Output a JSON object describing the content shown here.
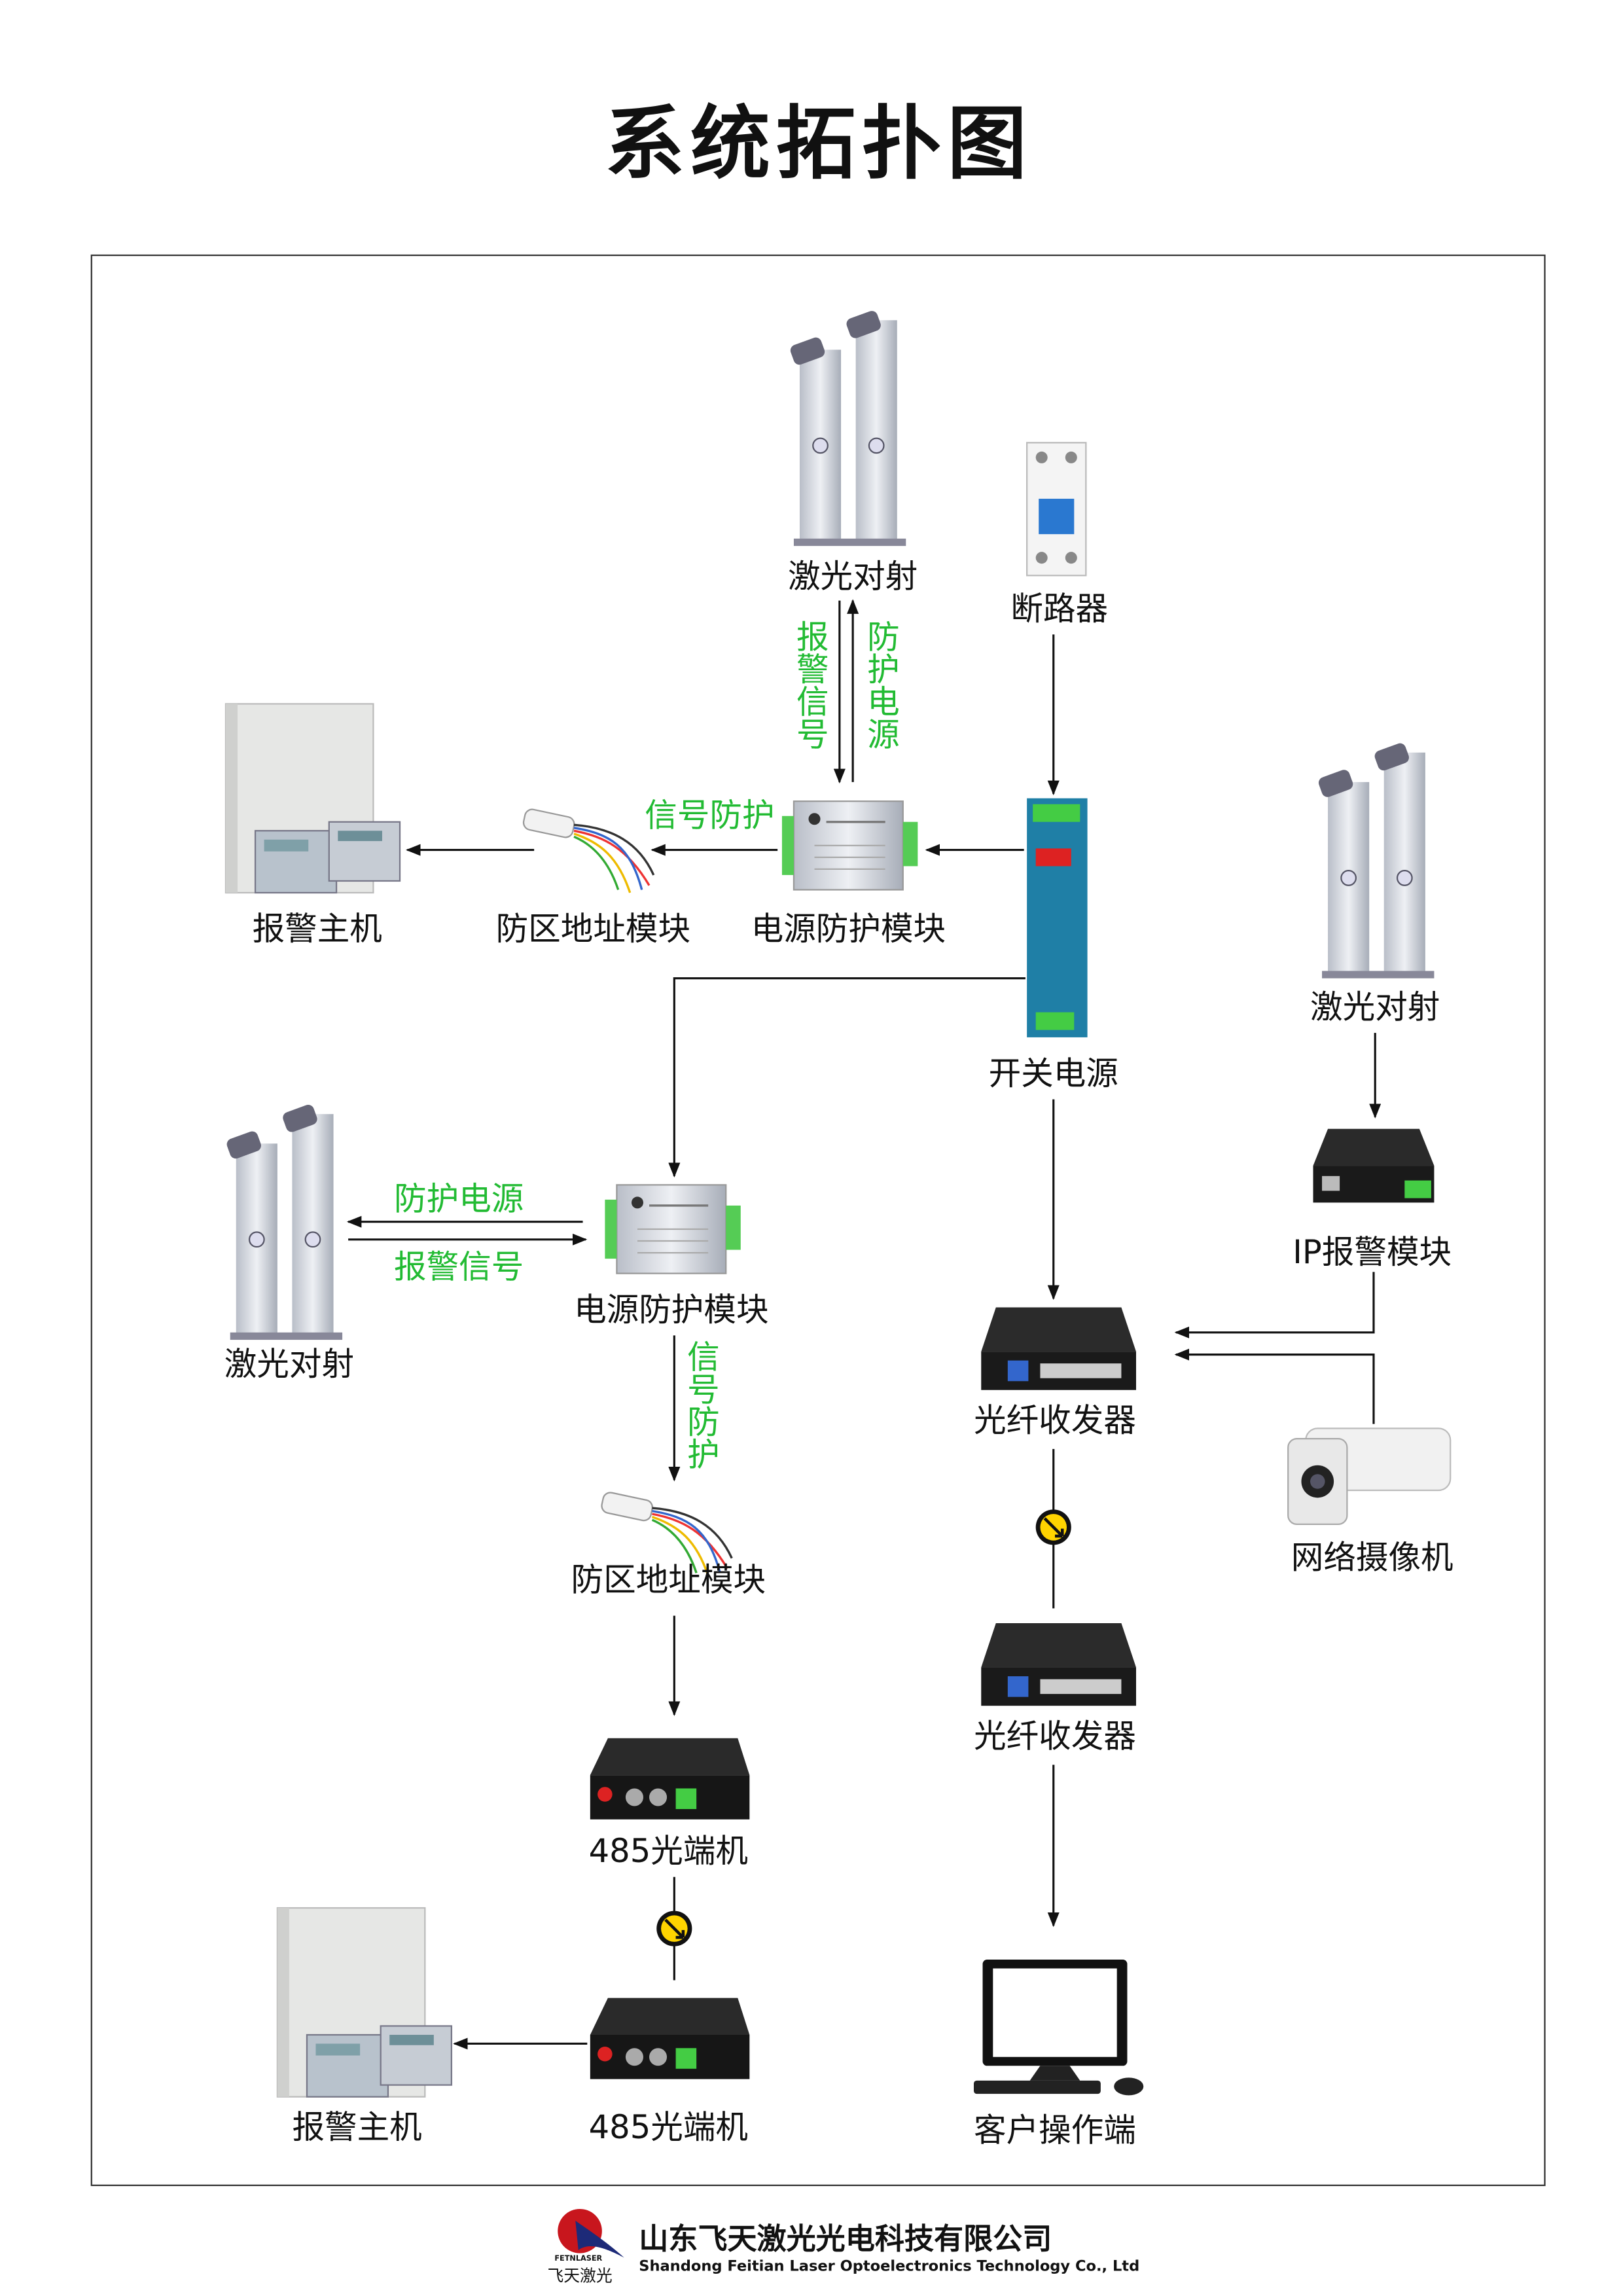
{
  "title": "系统拓扑图",
  "nodes": {
    "laser_top": "激光对射",
    "breaker": "断路器",
    "alarm_host_top": "报警主机",
    "zone_module_top": "防区地址模块",
    "power_protect_top": "电源防护模块",
    "switch_psu": "开关电源",
    "laser_right": "激光对射",
    "ip_alarm_module": "IP报警模块",
    "laser_left": "激光对射",
    "power_protect_mid": "电源防护模块",
    "zone_module_mid": "防区地址模块",
    "opt485_1": "485光端机",
    "opt485_2": "485光端机",
    "alarm_host_bottom": "报警主机",
    "fiber_transceiver_1": "光纤收发器",
    "fiber_transceiver_2": "光纤收发器",
    "client": "客户操作端",
    "camera": "网络摄像机"
  },
  "edge_labels": {
    "alarm_signal_vertical": "报警信号",
    "protect_power_vertical": "防护电源",
    "signal_protect_top": "信号防护",
    "protect_power_left": "防护电源",
    "alarm_signal_left": "报警信号",
    "signal_protect_vertical": "信号防护"
  },
  "colors": {
    "edge_label": "#22bb33",
    "lines": "#111111",
    "logo_red": "#c8161d",
    "logo_blue": "#1d2a78"
  },
  "footer": {
    "company_cn": "山东飞天激光光电科技有限公司",
    "company_en": "Shandong Feitian Laser Optoelectronics Technology Co., Ltd",
    "logo_en": "FETNLASER",
    "logo_cn": "飞天激光"
  }
}
